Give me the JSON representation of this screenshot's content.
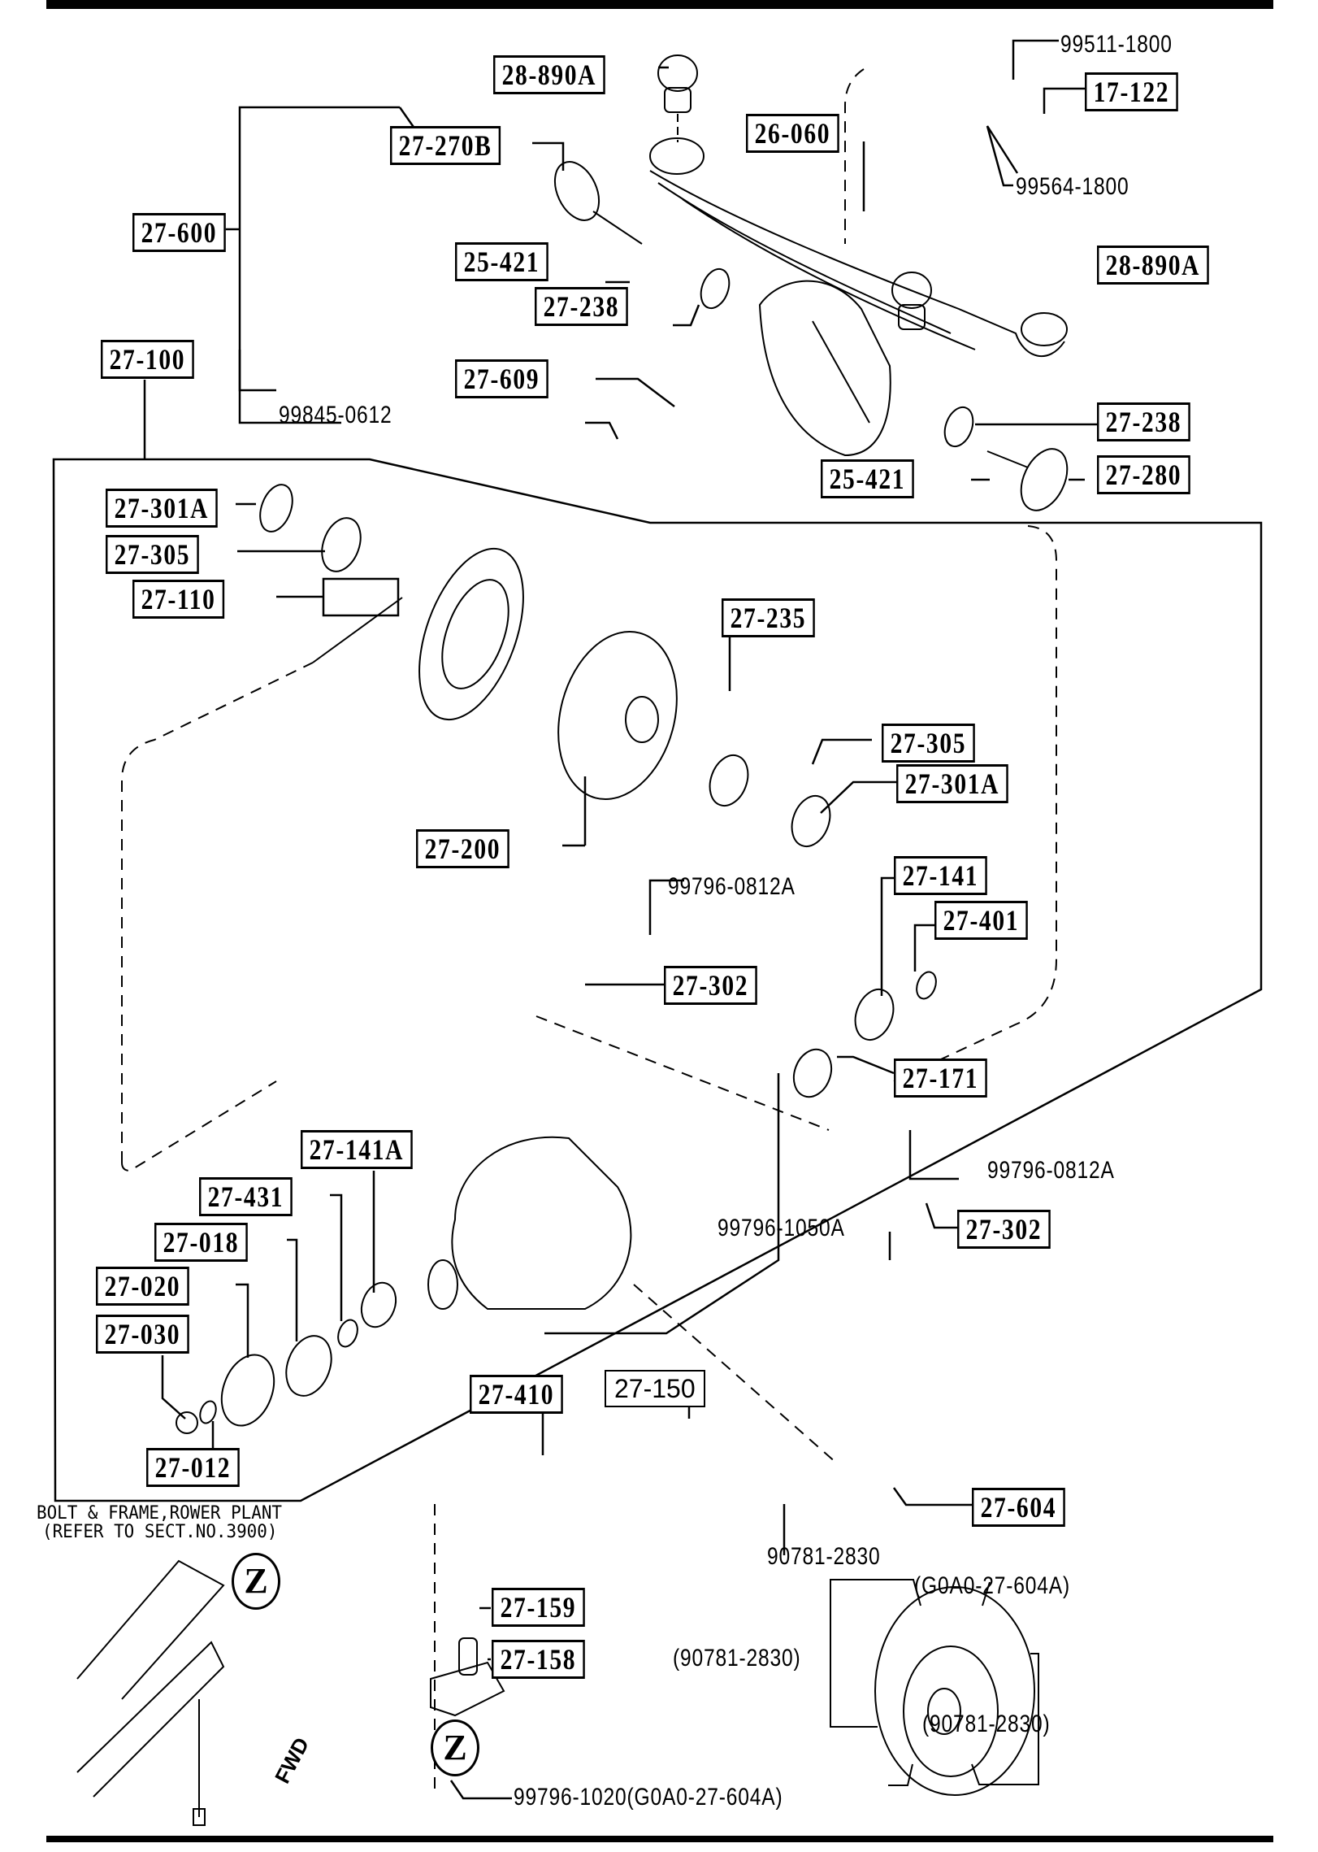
{
  "diagram": {
    "title": "Rear differential & carrier exploded parts diagram",
    "callouts": {
      "c28_890A_top": "28-890A",
      "c99511_1800": "99511-1800",
      "c17_122": "17-122",
      "c27_270B": "27-270B",
      "c26_060": "26-060",
      "c99564_1800": "99564-1800",
      "c27_600": "27-600",
      "c25_421_top": "25-421",
      "c28_890A_right": "28-890A",
      "c27_238_left": "27-238",
      "c27_100": "27-100",
      "c27_609": "27-609",
      "c99845_0612": "99845-0612",
      "c27_238_right": "27-238",
      "c25_421_bottom": "25-421",
      "c27_280": "27-280",
      "c27_301A_left": "27-301A",
      "c27_305_left": "27-305",
      "c27_110": "27-110",
      "c27_235": "27-235",
      "c27_305_right": "27-305",
      "c27_301A_right": "27-301A",
      "c27_200": "27-200",
      "c99796_0812A_top": "99796-0812A",
      "c27_141": "27-141",
      "c27_401": "27-401",
      "c27_302_top": "27-302",
      "c27_171": "27-171",
      "c27_141A": "27-141A",
      "c27_431": "27-431",
      "c99796_0812A_bottom": "99796-0812A",
      "c27_018": "27-018",
      "c27_302_bottom": "27-302",
      "c99796_1050A": "99796-1050A",
      "c27_020": "27-020",
      "c27_030": "27-030",
      "c27_410": "27-410",
      "c27_150": "27-150",
      "c27_012": "27-012",
      "c27_604": "27-604",
      "c90781_2830": "90781-2830",
      "c27_159": "27-159",
      "c27_158": "27-158",
      "c99796_1020": "99796-1020(G0A0-27-604A)",
      "cover_g0a0_top": "(G0A0-27-604A)",
      "cover_90781_left": "(90781-2830)",
      "cover_90781_right": "(90781-2830)"
    },
    "notes": {
      "bolt_frame_line1": "BOLT & FRAME,ROWER PLANT",
      "bolt_frame_line2": "(REFER TO SECT.NO.3900)",
      "z_mark": "Z",
      "fwd_arrow": "FWD"
    }
  }
}
